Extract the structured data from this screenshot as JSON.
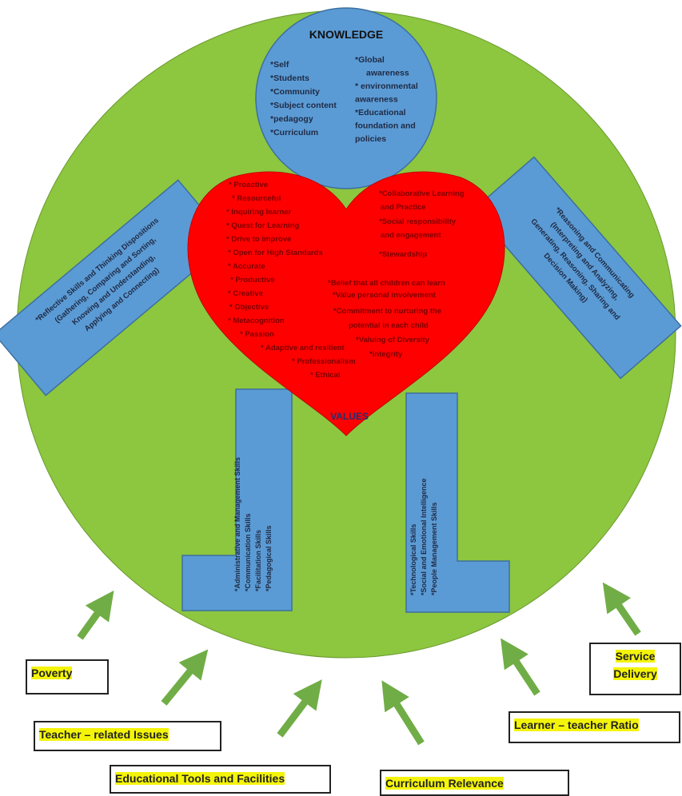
{
  "knowledge": {
    "title": "KNOWLEDGE",
    "left": [
      "*Self",
      "*Students",
      "*Community",
      "*Subject content",
      "*pedagogy",
      "*Curriculum"
    ],
    "right": [
      "*Global",
      "awareness",
      "* environmental",
      "awareness",
      "*Educational",
      "foundation and",
      "policies"
    ]
  },
  "values": {
    "label": "VALUES",
    "left": [
      "* Proactive",
      "* Resourceful",
      "* Inquiring learner",
      "* Quest for Learning",
      "* Drive to improve",
      "* Open for High Standards",
      "* Accurate",
      "* Productive",
      "* Creative",
      "* Objective",
      "* Metacognition",
      "* Passion",
      "* Adaptive and resilient",
      "* Professionalism",
      "* Ethical"
    ],
    "right": [
      "*Collaborative Learning",
      "and Practice",
      "*Social responsibility",
      "and engagement",
      "*Stewardship",
      "*Belief that all children can learn",
      "*Value personal involvement",
      "*Commitment to nurturing the",
      "potential in each child",
      "*Valuing of Diversity",
      "*Integrity"
    ]
  },
  "left_arm": {
    "lines": [
      "*Reflective Skills and Thinking Dispositions",
      "(Gathering, Comparing and Sorting,",
      "Knowing and Understanding,",
      "Applying and Connecting)"
    ]
  },
  "right_arm": {
    "lines": [
      "*Reasoning and Communicating",
      "(Interpreting and Analyzing,",
      "Generating, Reasoning, Sharing and",
      "Decision Making)"
    ]
  },
  "left_leg": {
    "lines": [
      "*Administrative and Management Skills",
      "*Communication Skills",
      "*Facilitation Skills",
      "*Pedagogical Skills"
    ]
  },
  "right_leg": {
    "lines": [
      "*Technological Skills",
      "*Social and Emotional Intelligence",
      "*People Management Skills"
    ]
  },
  "factors": {
    "poverty": "Poverty",
    "teacher_issues": "Teacher – related Issues",
    "tools": "Educational Tools and Facilities",
    "curriculum": "Curriculum Relevance",
    "ratio": "Learner – teacher Ratio",
    "service": [
      "Service",
      "Delivery"
    ]
  },
  "colors": {
    "circle": "#8dc63f",
    "blue": "#5b9bd5",
    "heart": "#ff0000",
    "arrow": "#70ad47",
    "highlight": "#f4f40a"
  }
}
